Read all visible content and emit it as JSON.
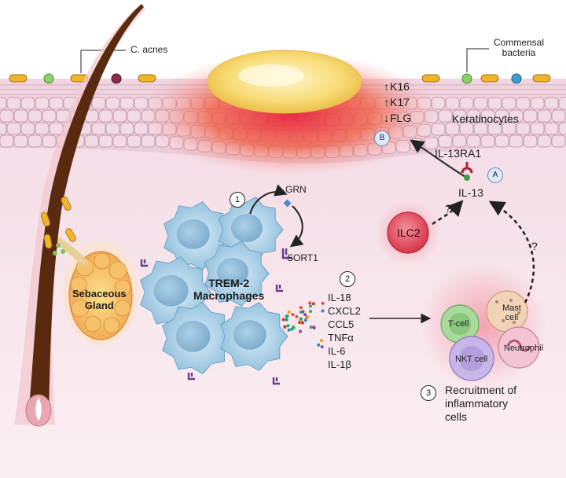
{
  "bacteria": {
    "c_acnes": "C. acnes",
    "commensal_line1": "Commensal",
    "commensal_line2": "bacteria"
  },
  "epidermis": {
    "markers": [
      {
        "arrow": "↑",
        "name": "K16"
      },
      {
        "arrow": "↑",
        "name": "K17"
      },
      {
        "arrow": "↓",
        "name": "FLG"
      }
    ],
    "keratinocytes": "Keratinocytes",
    "receptor": "IL-13RA1",
    "badge_a": "A",
    "badge_b": "B"
  },
  "cytokine_il13": "IL-13",
  "ilc2": "ILC2",
  "question_mark": "?",
  "steps": {
    "step1": {
      "num": "1",
      "grn": "GRN",
      "sort1": "SORT1"
    },
    "step2": {
      "num": "2",
      "cytokines": [
        "IL-18",
        "CXCL2",
        "CCL5",
        "TNFα",
        "IL-6",
        "IL-1β"
      ]
    },
    "step3": {
      "num": "3",
      "line1": "Recruitment of",
      "line2": "inflammatory",
      "line3": "cells"
    }
  },
  "macrophages": {
    "line1": "TREM-2",
    "line2": "Macrophages"
  },
  "sebaceous": {
    "line1": "Sebaceous",
    "line2": "Gland"
  },
  "immune_cells": {
    "t_cell": "T-cell",
    "mast_line1": "Mast",
    "mast_line2": "cell",
    "nkt_cell": "NKT cell",
    "neutrophil": "Neutrophil"
  },
  "colors": {
    "inflammation": "#e8334a",
    "pustule": "#f5d260",
    "macrophage": "#b9dbee",
    "ilc2": "#e55a6a",
    "hair": "#5a2a10"
  }
}
